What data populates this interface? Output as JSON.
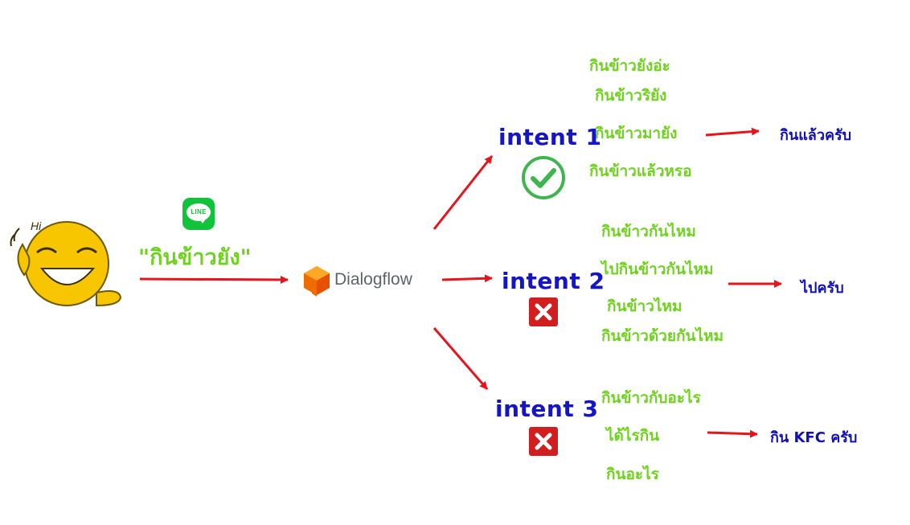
{
  "user": {
    "quote": "\"กินข้าวยัง\"",
    "greeting": "Hi",
    "line_logo_text": "LINE"
  },
  "dialogflow": {
    "label": "Dialogflow"
  },
  "intents": [
    {
      "name": "intent 1",
      "status": "check-icon",
      "phrases": [
        "กินข้าวยังอ่ะ",
        "กินข้าวริยัง",
        "กินข้าวมายัง",
        "กินข้าวแล้วหรอ"
      ],
      "reply": "กินแล้วครับ"
    },
    {
      "name": "intent 2",
      "status": "cross-icon",
      "phrases": [
        "กินข้าวกันไหม",
        "ไปกินข้าวกันไหม",
        "กินข้าวไหม",
        "กินข้าวด้วยกันไหม"
      ],
      "reply": "ไปครับ"
    },
    {
      "name": "intent 3",
      "status": "cross-icon",
      "phrases": [
        "กินข้าวกับอะไร",
        "ได้ไรกิน",
        "กินอะไร"
      ],
      "reply": "กิน KFC ครับ"
    }
  ],
  "colors": {
    "arrow": "#e8141c",
    "phrase": "#6fd21f",
    "intent": "#1414c8",
    "check": "#3fb54f",
    "cross": "#d11f1f",
    "line_green": "#10c33a"
  }
}
